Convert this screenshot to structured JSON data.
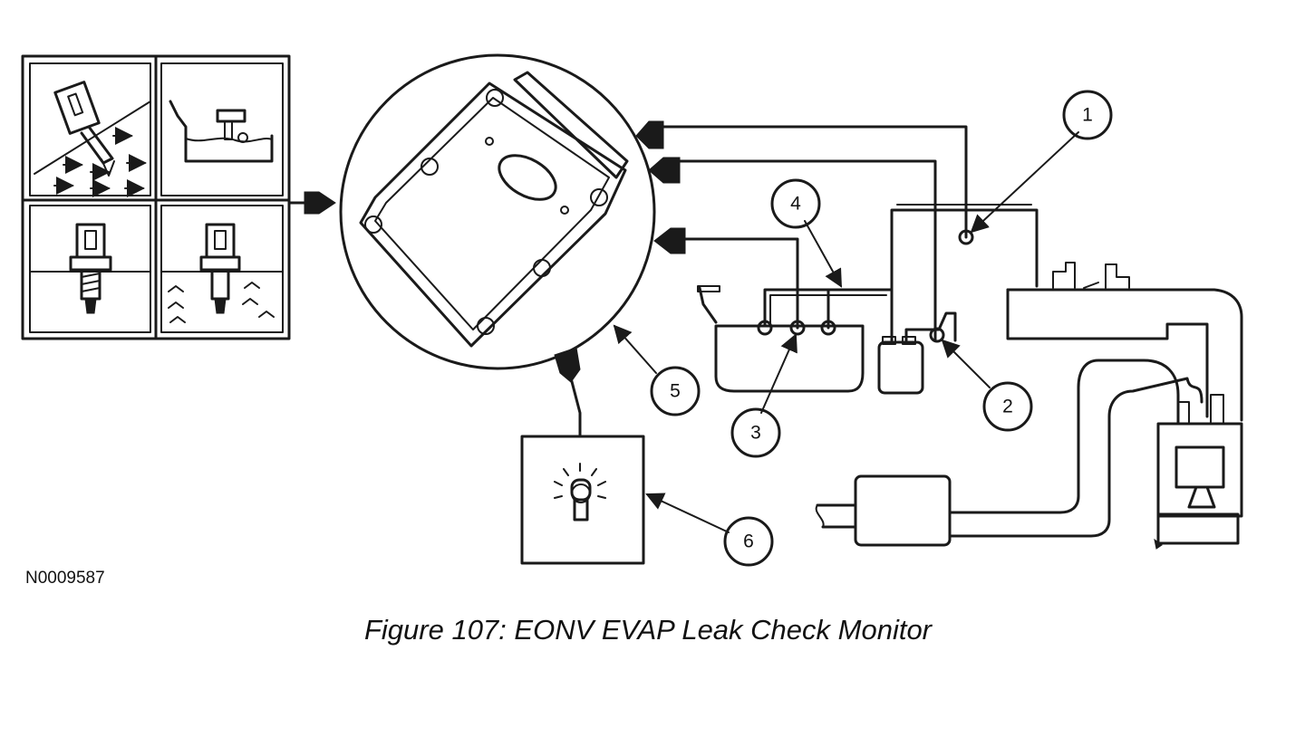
{
  "figure": {
    "id_code": "N0009587",
    "caption": "Figure 107: EONV EVAP Leak Check Monitor"
  },
  "callouts": [
    {
      "id": "1",
      "label": "1"
    },
    {
      "id": "2",
      "label": "2"
    },
    {
      "id": "3",
      "label": "3"
    },
    {
      "id": "4",
      "label": "4"
    },
    {
      "id": "5",
      "label": "5"
    },
    {
      "id": "6",
      "label": "6"
    }
  ]
}
